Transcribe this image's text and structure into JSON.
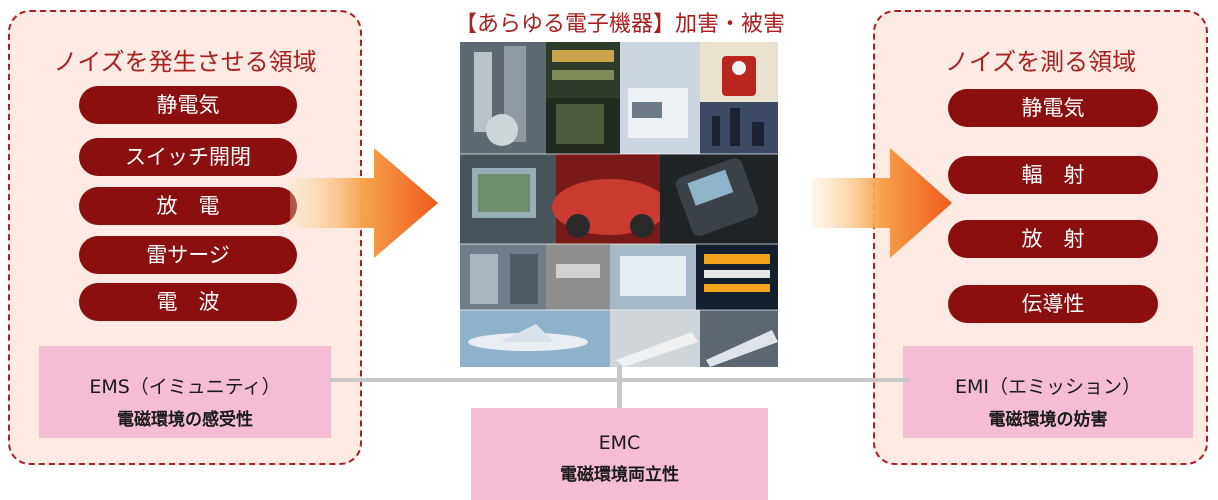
{
  "center": {
    "title": "【あらゆる電子機器】加害・被害"
  },
  "left": {
    "title": "ノイズを発生させる領域",
    "items": [
      "静電気",
      "スイッチ開閉",
      "放　電",
      "雷サージ",
      "電　波"
    ],
    "box_line1": "EMS（イミュニティ）",
    "box_line2": "電磁環境の感受性"
  },
  "right": {
    "title": "ノイズを測る領域",
    "items": [
      "静電気",
      "輻　射",
      "放　射",
      "伝導性"
    ],
    "box_line1": "EMI（エミッション）",
    "box_line2": "電磁環境の妨害"
  },
  "bottom": {
    "line1": "EMC",
    "line2": "電磁環境両立性"
  },
  "colors": {
    "accent": "#a8201f",
    "pill": "#8b0f0f",
    "panel_bg": "#fdebe3",
    "pink_box": "#f5bcd6",
    "arrow_start": "#fde6b8",
    "arrow_end": "#ef5a1c"
  },
  "icons": {
    "collage": "electronic-devices-photo-collage",
    "arrow": "orange-gradient-arrow"
  }
}
